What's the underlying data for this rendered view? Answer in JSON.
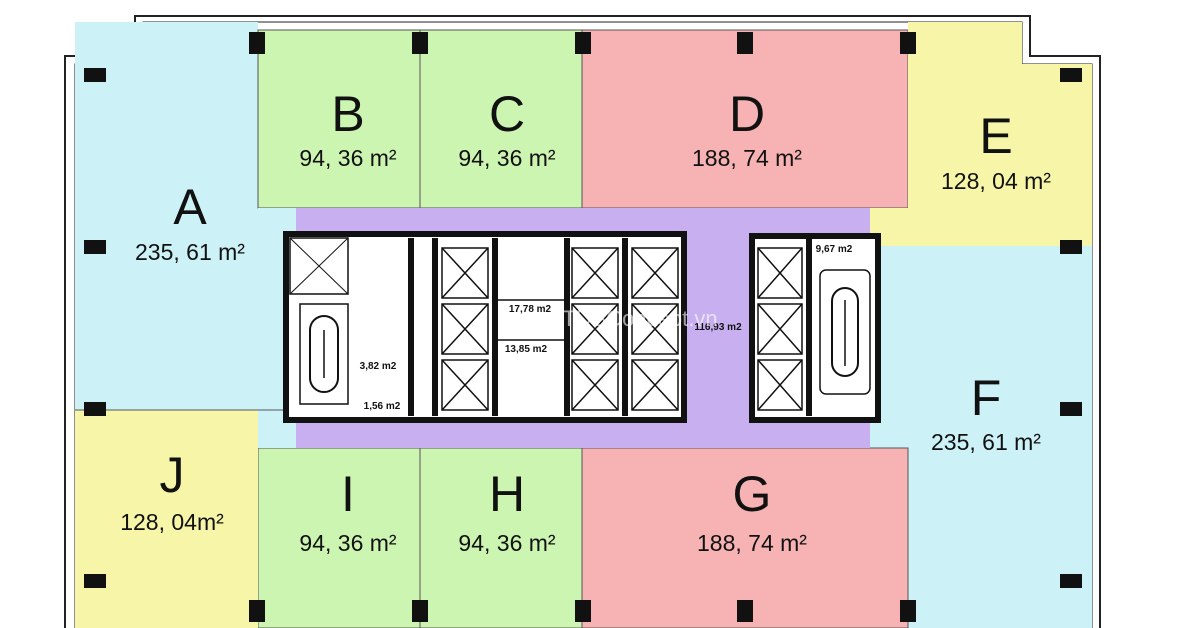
{
  "units": [
    {
      "id": "A",
      "area": "235, 61 m²",
      "color": "#ccf1f7"
    },
    {
      "id": "B",
      "area": "94, 36 m²",
      "color": "#cdf5b2"
    },
    {
      "id": "C",
      "area": "94, 36 m²",
      "color": "#cdf5b2"
    },
    {
      "id": "D",
      "area": "188, 74 m²",
      "color": "#f7b3b3"
    },
    {
      "id": "E",
      "area": "128, 04 m²",
      "color": "#f7f5a8"
    },
    {
      "id": "F",
      "area": "235, 61 m²",
      "color": "#ccf1f7"
    },
    {
      "id": "G",
      "area": "188, 74 m²",
      "color": "#f7b3b3"
    },
    {
      "id": "H",
      "area": "94, 36 m²",
      "color": "#cdf5b2"
    },
    {
      "id": "I",
      "area": "94, 36 m²",
      "color": "#cdf5b2"
    },
    {
      "id": "J",
      "area": "128, 04m²",
      "color": "#f7f5a8"
    }
  ],
  "corridor": {
    "area": "116,93 m2",
    "color": "#c8b0f0"
  },
  "core_labels": [
    "17,78 m2",
    "13,85 m2",
    "3,82 m2",
    "1,56 m2",
    "9,67 m2"
  ],
  "watermark": "CTDBConcept.vn"
}
